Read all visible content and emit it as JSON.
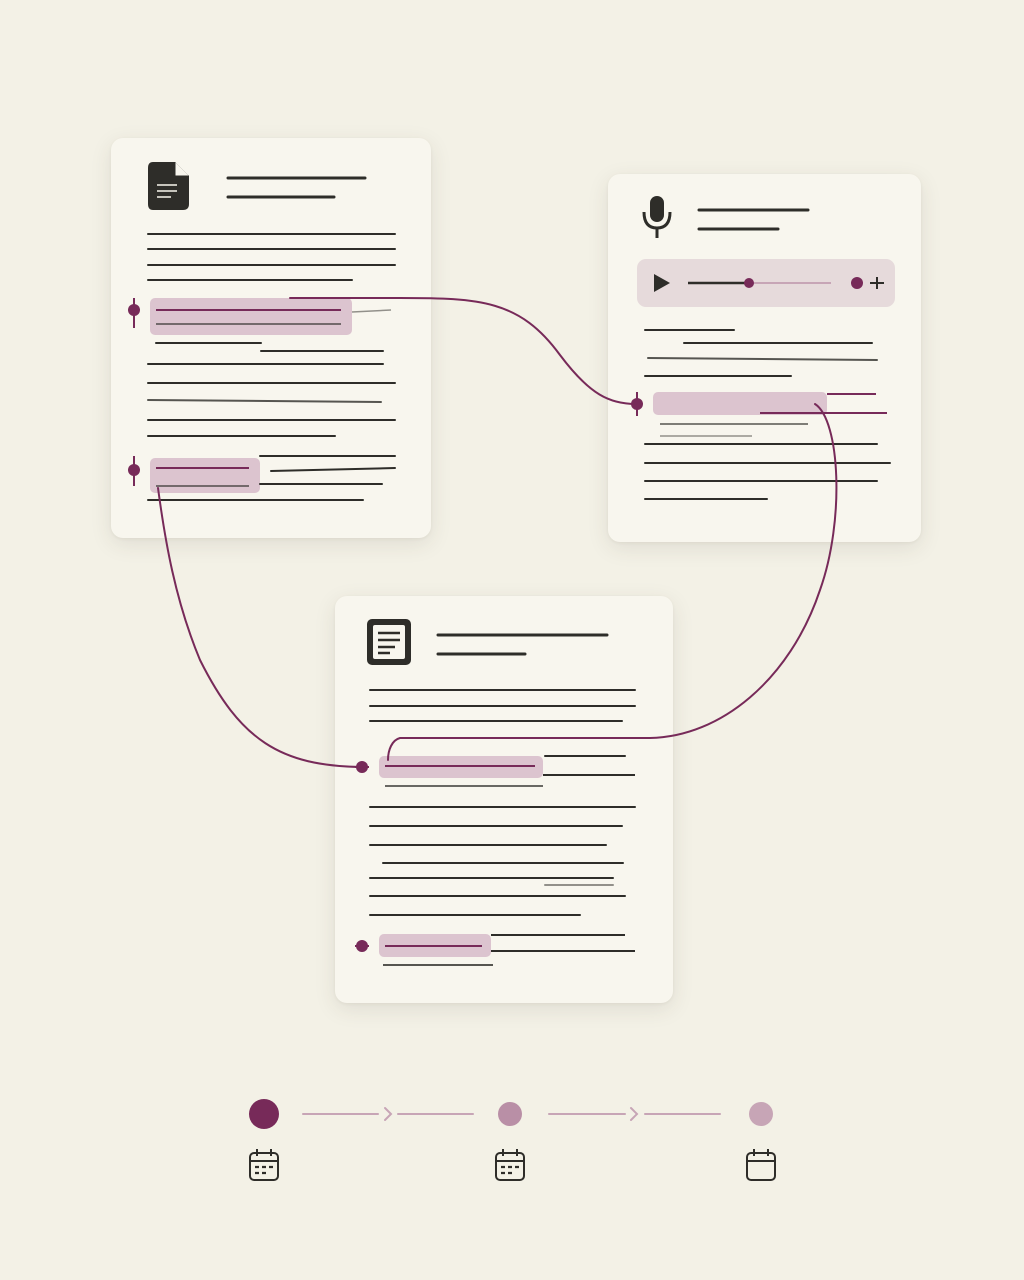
{
  "colors": {
    "background": "#f3f1e6",
    "card": "#f8f6ee",
    "ink": "#2e2d29",
    "accent": "#772a59",
    "accent_soft": "#b98fa6",
    "highlight": "#dcc4cf",
    "connector": "#772a59"
  },
  "cards": [
    {
      "id": "source-document",
      "icon": "document-icon",
      "interactable": true
    },
    {
      "id": "audio-transcript",
      "icon": "microphone-icon",
      "interactable": true,
      "player": {
        "play_icon": "play-icon",
        "progress": 0.4,
        "marker_icon": "pin-plus-icon"
      }
    },
    {
      "id": "summary-note",
      "icon": "note-icon",
      "interactable": true
    }
  ],
  "timeline": {
    "steps": [
      {
        "state": "active",
        "icon": "calendar-icon"
      },
      {
        "state": "pending",
        "icon": "calendar-icon"
      },
      {
        "state": "pending",
        "icon": "calendar-blank-icon"
      }
    ],
    "connector_icon": "chevron-right-icon"
  }
}
